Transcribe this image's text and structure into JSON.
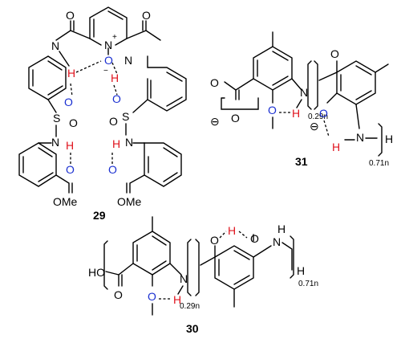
{
  "compounds": {
    "c29": {
      "label": "29",
      "ester_left": "OMe",
      "ester_right": "OMe"
    },
    "c30": {
      "label": "30",
      "subscript_left": "0.29n",
      "subscript_right": "0.71n",
      "end_group_left": "HO",
      "end_group_right": "H"
    },
    "c31": {
      "label": "31",
      "subscript_left": "0.29n",
      "subscript_right": "0.71n",
      "end_group_right": "H"
    }
  },
  "atoms": {
    "N": "N",
    "O": "O",
    "H": "H",
    "S": "S",
    "plus": "+",
    "minus": "−",
    "charge": "⊖"
  },
  "colors": {
    "oxygen_hbond": "#1a2fd1",
    "hydrogen_hbond": "#e0141e",
    "bond": "#000000"
  }
}
